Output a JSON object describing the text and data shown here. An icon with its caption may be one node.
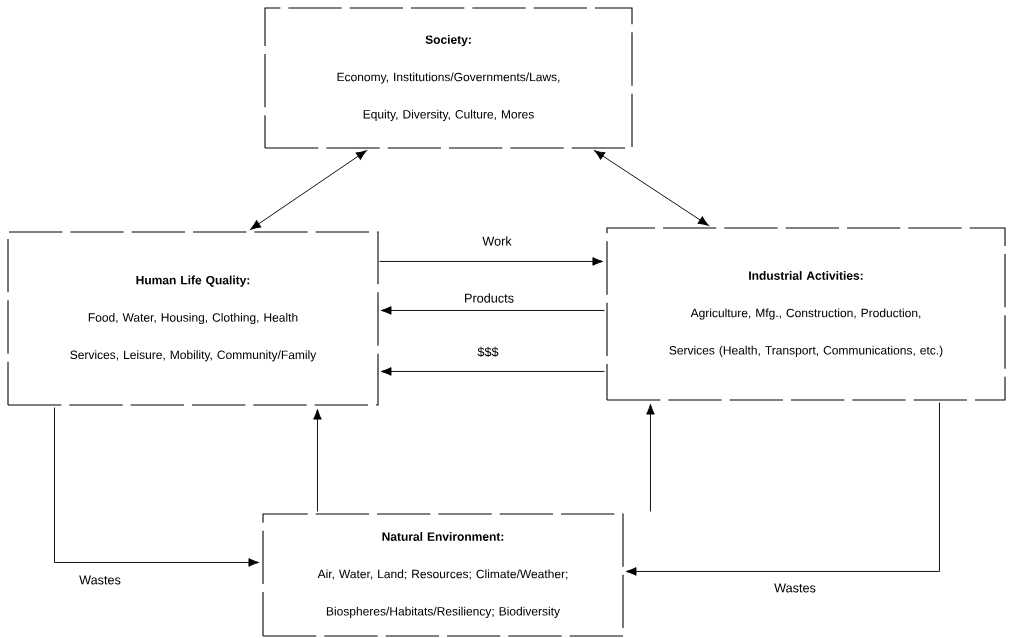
{
  "diagram": {
    "nodes": [
      {
        "text": [
          "Society:",
          "Economy, Institutions/Governments/Laws, Equity, Diversity, Culture, Mores"
        ]
      },
      {
        "text": [
          "Human Life Quality:",
          "Food, Water, Housing, Clothing, Health Services, Leisure, Mobility, Community/Family"
        ]
      },
      {
        "text": [
          "Industrial Activities:",
          "Agriculture, Mfg., Construction, Production, Services (Health, Transport, Communications, etc.)"
        ]
      },
      {
        "text": [
          "Natural Environment:",
          "Air, Water, Land; Resources; Climate/Weather; Biospheres/Habitats/Resiliency; Biodiversity"
        ]
      }
    ],
    "edges": [
      {
        "from": 0,
        "to": 1,
        "arrow": "both"
      },
      {
        "from": 0,
        "to": 2,
        "arrow": "both"
      },
      {
        "from": 1,
        "to": 2,
        "arrow": "to",
        "label": "Work"
      },
      {
        "from": 2,
        "to": 1,
        "arrow": "to",
        "label": "Products"
      },
      {
        "from": 2,
        "to": 1,
        "arrow": "to",
        "label": "$$$"
      },
      {
        "from": 3,
        "to": 1,
        "arrow": "to"
      },
      {
        "from": 3,
        "to": 2,
        "arrow": "to"
      },
      {
        "from": 1,
        "to": 3,
        "arrow": "to",
        "label": "Wastes"
      },
      {
        "from": 2,
        "to": 3,
        "arrow": "to",
        "label": "Wastes"
      }
    ]
  }
}
